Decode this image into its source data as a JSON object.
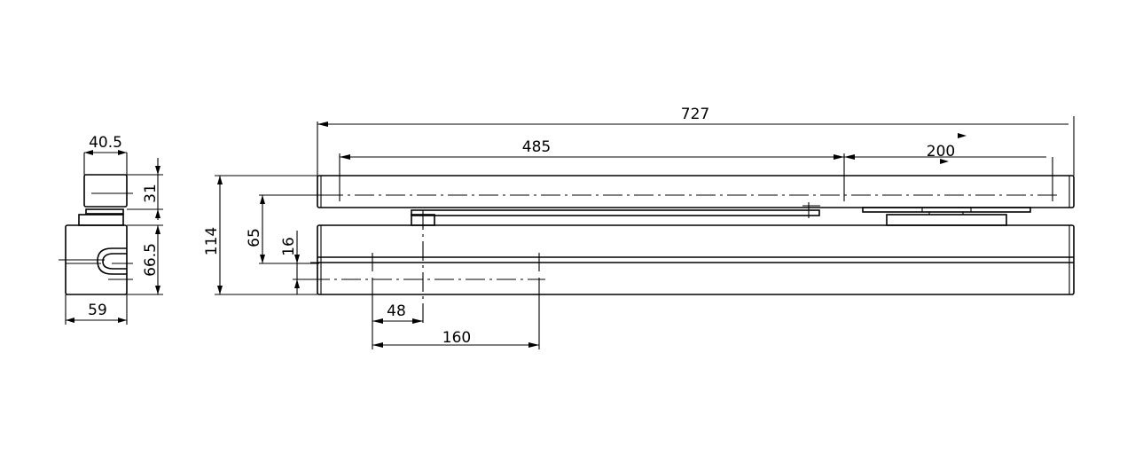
{
  "drawing": {
    "title": "Door closer dimensional drawing",
    "side_view": {
      "width_top": "40.5",
      "height_top": "31",
      "height_body": "66.5",
      "width_body": "59"
    },
    "front_view": {
      "overall_height": "114",
      "arm_offset": "65",
      "rail_offset": "16",
      "overall_length": "727",
      "fixing_span": "485",
      "right_span": "200",
      "pivot_offset": "48",
      "hole_spacing": "160"
    }
  }
}
